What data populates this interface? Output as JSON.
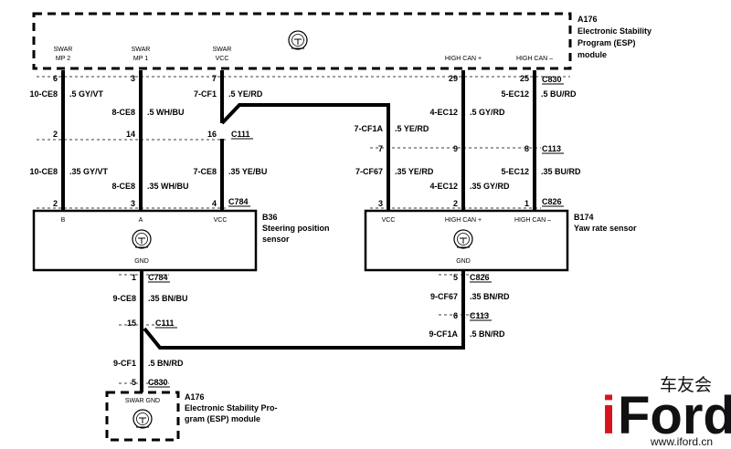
{
  "modules": {
    "a176_top": {
      "id": "A176",
      "name_lines": [
        "Electronic Stability",
        "Program (ESP)",
        "module"
      ],
      "pins": [
        {
          "top": "SWAR",
          "bottom": "MP 2"
        },
        {
          "top": "SWAR",
          "bottom": "MP 1"
        },
        {
          "top": "SWAR",
          "bottom": "VCC"
        },
        {
          "top": "HIGH CAN +",
          "bottom": ""
        },
        {
          "top": "HIGH CAN –",
          "bottom": ""
        }
      ]
    },
    "b36": {
      "id": "B36",
      "name_lines": [
        "Steering position",
        "sensor"
      ],
      "pins": [
        "B",
        "A",
        "VCC"
      ],
      "ground": "GND"
    },
    "b174": {
      "id": "B174",
      "name_lines": [
        "Yaw rate sensor"
      ],
      "pins": [
        "VCC",
        "HIGH CAN +",
        "HIGH CAN –"
      ],
      "ground": "GND"
    },
    "a176_bottom": {
      "id": "A176",
      "name_lines": [
        "Electronic Stability Pro-",
        "gram (ESP) module"
      ],
      "pin": "SWAR GND"
    }
  },
  "connectors": {
    "c830": "C830",
    "c111": "C111",
    "c784": "C784",
    "c113": "C113",
    "c826": "C826"
  },
  "pins": {
    "p6": "6",
    "p3": "3",
    "p7": "7",
    "p29": "29",
    "p25": "25",
    "p2": "2",
    "p14": "14",
    "p16": "16",
    "p7b": "7",
    "p9": "9",
    "p8": "8",
    "p2b": "2",
    "p3b": "3",
    "p4": "4",
    "p3c": "3",
    "p2c": "2",
    "p1": "1",
    "p1b": "1",
    "p5": "5",
    "p15": "15",
    "p6b": "6",
    "p5b": "5"
  },
  "wires": {
    "w1": {
      "circuit": "10-CE8",
      "color": ".5 GY/VT"
    },
    "w2": {
      "circuit": "8-CE8",
      "color": ".5 WH/BU"
    },
    "w3": {
      "circuit": "7-CF1",
      "color": ".5 YE/RD"
    },
    "w4": {
      "circuit": "4-EC12",
      "color": ".5 GY/RD"
    },
    "w5": {
      "circuit": "5-EC12",
      "color": ".5 BU/RD"
    },
    "w6": {
      "circuit": "7-CF1A",
      "color": ".5 YE/RD"
    },
    "w7": {
      "circuit": "10-CE8",
      "color": ".35 GY/VT"
    },
    "w8": {
      "circuit": "8-CE8",
      "color": ".35 WH/BU"
    },
    "w9": {
      "circuit": "7-CE8",
      "color": ".35 YE/BU"
    },
    "w10": {
      "circuit": "7-CF67",
      "color": ".35 YE/RD"
    },
    "w11": {
      "circuit": "4-EC12",
      "color": ".35 GY/RD"
    },
    "w12": {
      "circuit": "5-EC12",
      "color": ".35 BU/RD"
    },
    "w13": {
      "circuit": "9-CE8",
      "color": ".35 BN/BU"
    },
    "w14": {
      "circuit": "9-CF67",
      "color": ".35 BN/RD"
    },
    "w15": {
      "circuit": "9-CF1A",
      "color": ".5 BN/RD"
    },
    "w16": {
      "circuit": "9-CF1",
      "color": ".5 BN/RD"
    }
  },
  "watermark": {
    "brand_i": "i",
    "brand_rest": "Ford",
    "chinese": "车友会",
    "url": "www.iford.cn"
  },
  "colors": {
    "line": "#000000",
    "logo_red": "#d7141b"
  },
  "icons": [
    "module-symbol-icon"
  ]
}
